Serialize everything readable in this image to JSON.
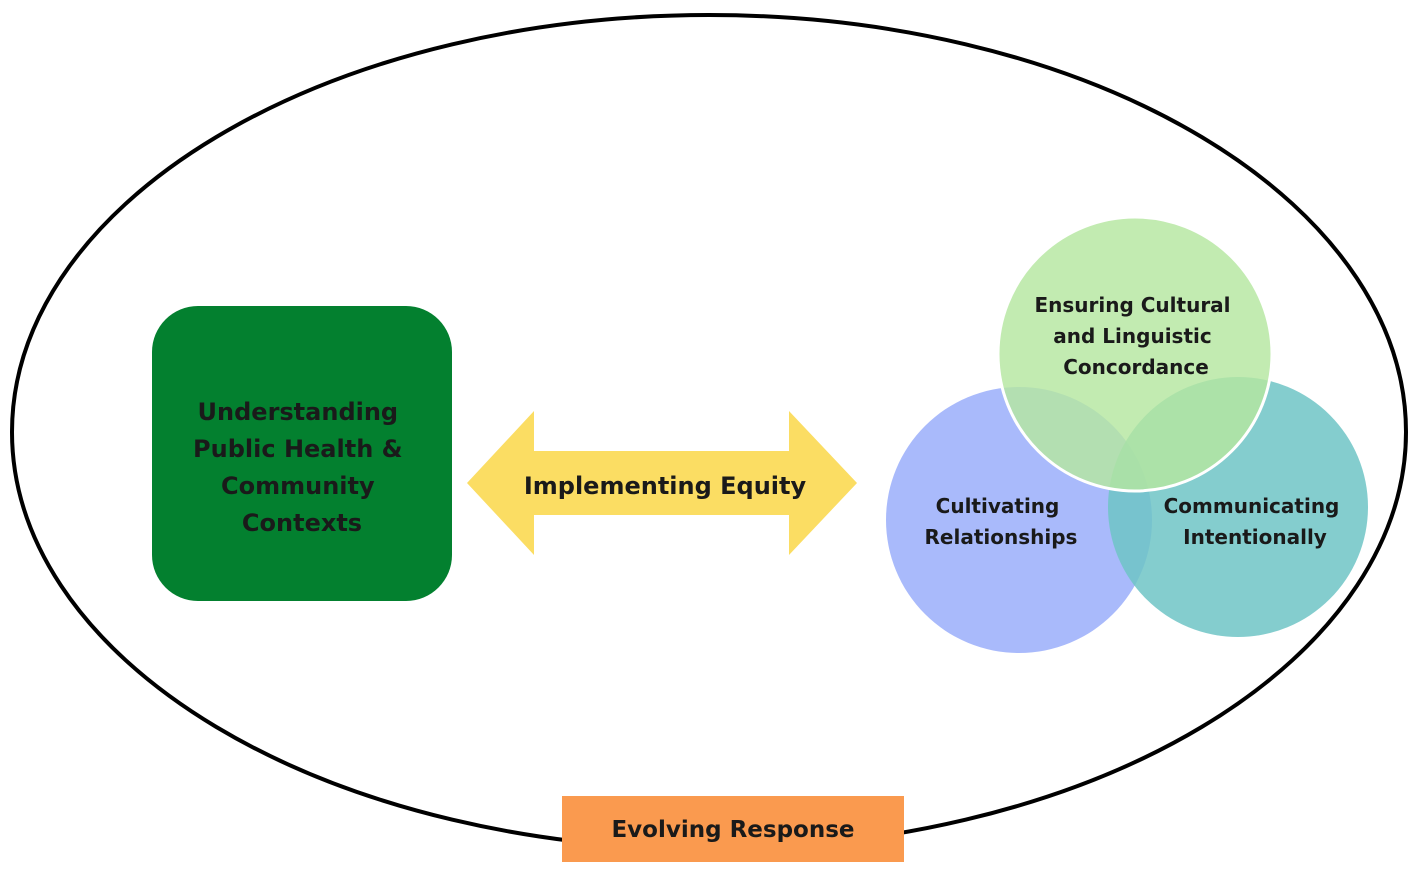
{
  "diagram": {
    "context_box": {
      "lines": [
        "Understanding",
        "Public Health &",
        "Community",
        "Contexts"
      ],
      "color": "#03802f"
    },
    "arrow": {
      "label": "Implementing Equity",
      "color": "#fbdd63"
    },
    "circles": {
      "top": {
        "lines": [
          "Ensuring Cultural",
          "and Linguistic",
          "Concordance"
        ],
        "color": "#b5e6a0"
      },
      "left": {
        "lines": [
          "Cultivating",
          "Relationships"
        ],
        "color": "#9aaefa"
      },
      "right": {
        "lines": [
          "Communicating",
          "Intentionally"
        ],
        "color": "#6fc4c6"
      }
    },
    "footer": {
      "label": "Evolving Response",
      "color": "#fa9a4f"
    },
    "outline_color": "#000000"
  }
}
